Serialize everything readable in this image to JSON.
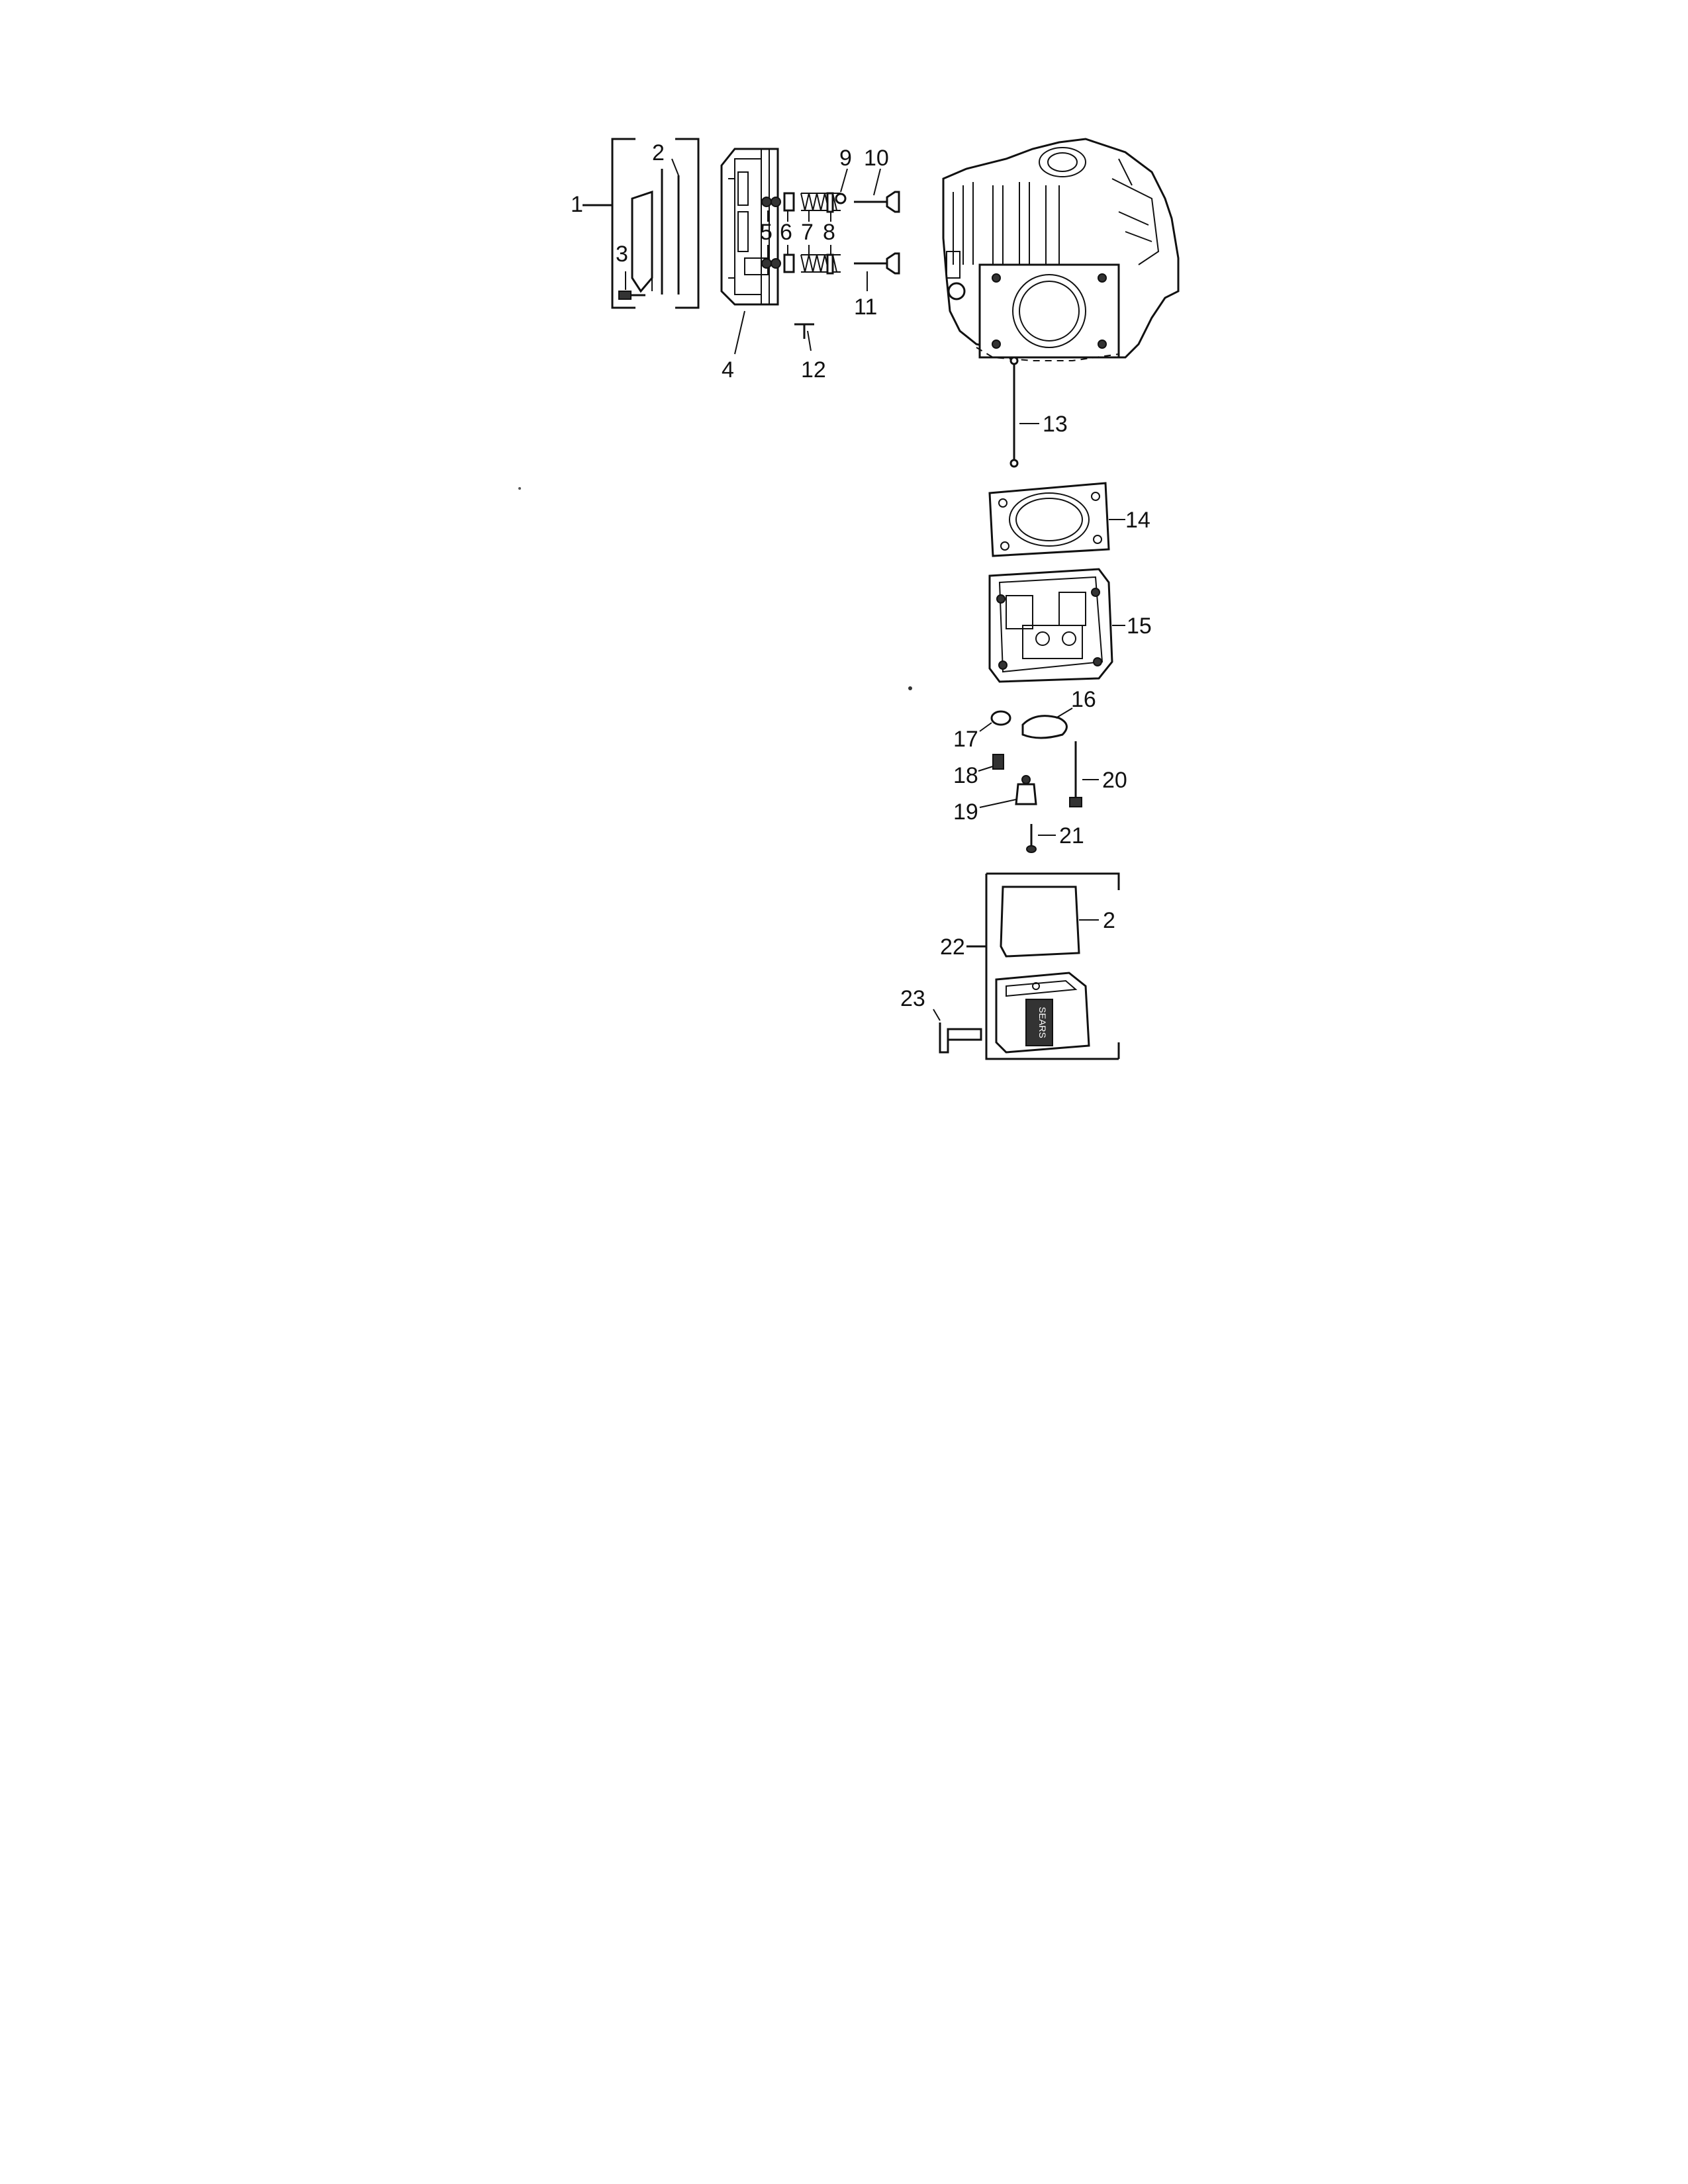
{
  "diagram": {
    "callouts": {
      "c1": "1",
      "c2": "2",
      "c3": "3",
      "c4": "4",
      "c5": "5",
      "c6": "6",
      "c7": "7",
      "c8": "8",
      "c9": "9",
      "c10": "10",
      "c11": "11",
      "c12": "12",
      "c13": "13",
      "c14": "14",
      "c15": "15",
      "c16": "16",
      "c17": "17",
      "c18": "18",
      "c19": "19",
      "c20": "20",
      "c21": "21",
      "c22": "22",
      "c2b": "2",
      "c23": "23"
    },
    "logo_text": "SEARS"
  }
}
